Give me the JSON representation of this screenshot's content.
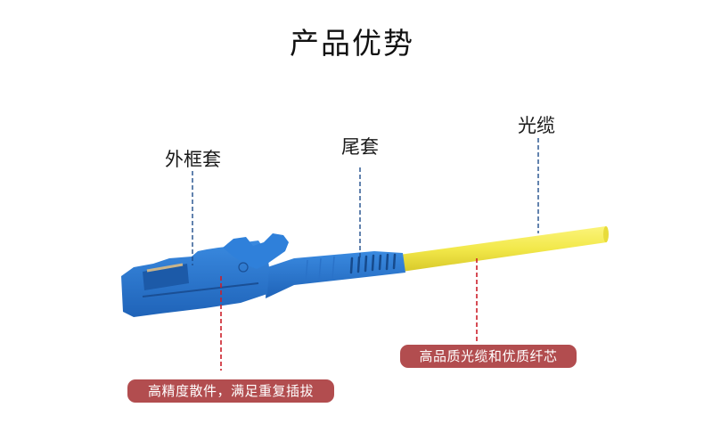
{
  "title": "产品优势",
  "labels": {
    "housing": "外框套",
    "boot": "尾套",
    "cable": "光缆"
  },
  "badges": {
    "precision": "高精度散件，满足重复插拔",
    "quality": "高品质光缆和优质纤芯"
  },
  "colors": {
    "leader_blue": "#1f4e8c",
    "leader_red": "#cc1f2a",
    "connector_blue": "#2c7bd6",
    "cable_yellow": "#f2e84a",
    "badge_bg": "#b24d4f"
  }
}
